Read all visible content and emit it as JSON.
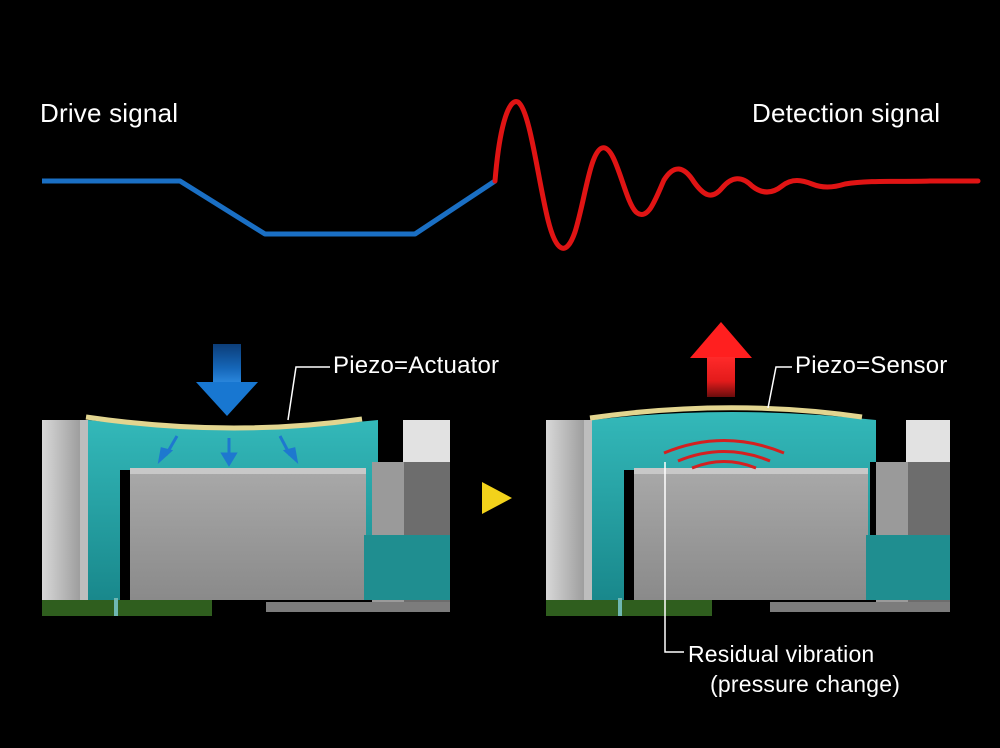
{
  "labels": {
    "drive_signal": "Drive signal",
    "detection_signal": "Detection signal",
    "piezo_actuator": "Piezo=Actuator",
    "piezo_sensor": "Piezo=Sensor",
    "residual_vibration": "Residual vibration",
    "pressure_change": "(pressure change)"
  },
  "colors": {
    "background": "#000000",
    "drive_signal": "#1a6fc4",
    "detection_signal": "#e01414",
    "ink_cyan": "#2aa3a6",
    "piezo_plate": "#d9cf8a",
    "down_arrow": "#1566b8",
    "up_arrow": "#e31b1b",
    "transition_arrow": "#f2d21b",
    "substrate": "#2f5e1e"
  },
  "icons": {
    "down_arrow": "down-arrow-icon",
    "up_arrow": "up-arrow-icon",
    "transition": "play-triangle-icon"
  }
}
